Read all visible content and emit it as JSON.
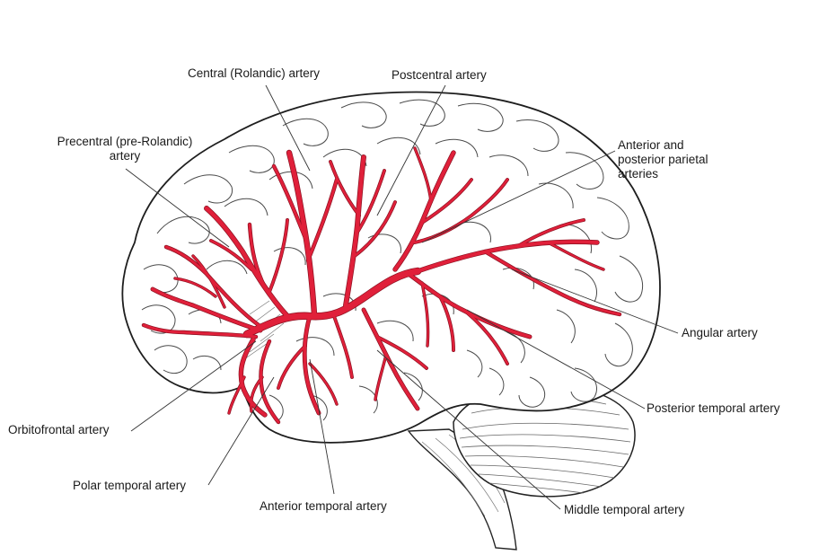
{
  "colors": {
    "artery": "#e0203a",
    "artery_dark": "#8a1020",
    "outline": "#222222",
    "gyri": "#555555",
    "leader": "#333333",
    "background": "#ffffff"
  },
  "labels": {
    "central": "Central (Rolandic) artery",
    "postcentral": "Postcentral artery",
    "precentral_1": "Precentral (pre-Rolandic)",
    "precentral_2": "artery",
    "parietal_1": "Anterior and",
    "parietal_2": "posterior parietal",
    "parietal_3": "arteries",
    "angular": "Angular artery",
    "posterior_temporal": "Posterior temporal artery",
    "orbitofrontal": "Orbitofrontal artery",
    "polar_temporal": "Polar temporal artery",
    "anterior_temporal": "Anterior temporal artery",
    "middle_temporal": "Middle temporal artery"
  }
}
